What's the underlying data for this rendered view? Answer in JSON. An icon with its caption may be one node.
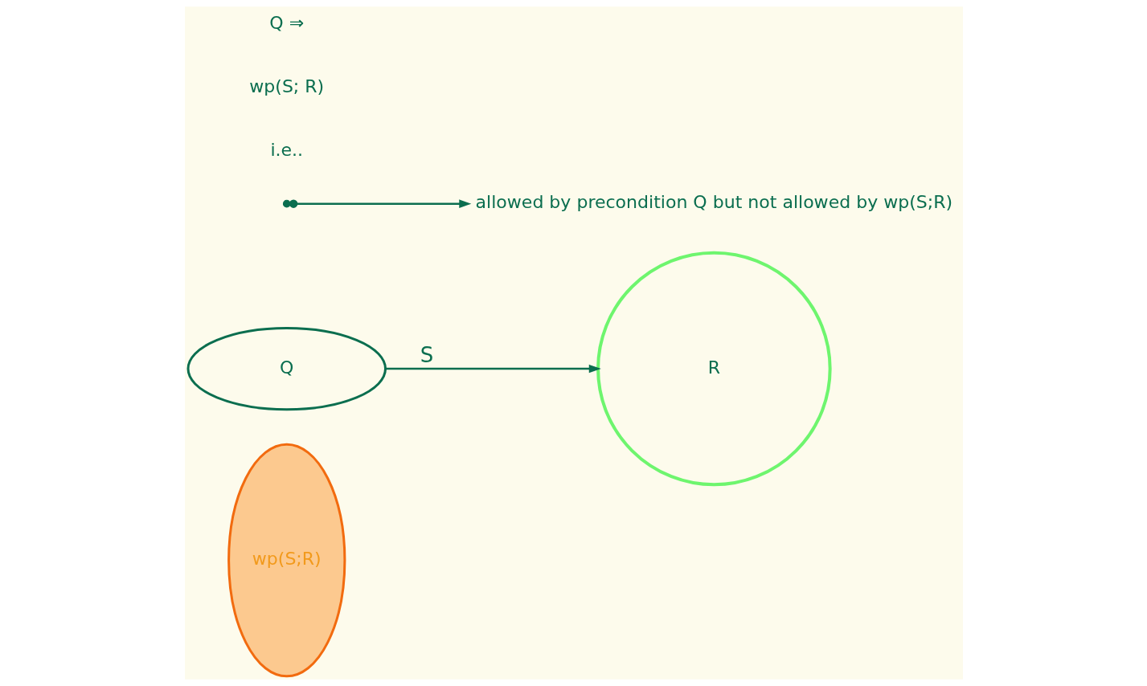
{
  "diagram": {
    "nodes": [
      {
        "text": [
          "wp(S;R)"
        ]
      },
      {
        "text": [
          "Q"
        ]
      },
      {
        "text": [
          "R"
        ]
      },
      {
        "text": [
          "allowed by precondition Q but not allowed by wp(S;R)"
        ]
      }
    ],
    "edges": [
      {
        "from": 1,
        "to": 2,
        "label": "S",
        "arrow": "to"
      },
      {
        "from": null,
        "to": 3,
        "arrow": "to"
      }
    ],
    "labels": [
      "i.e..",
      "wp(S; R)",
      "Q ⇒"
    ]
  }
}
